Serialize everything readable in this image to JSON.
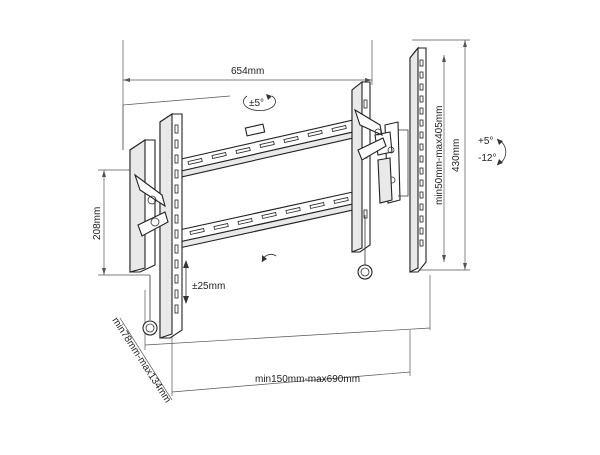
{
  "labels": {
    "width": "654mm",
    "height": "430mm",
    "depth": "208mm",
    "vertical_range": "min50mm-max405mm",
    "horizontal_range": "min150mm-max690mm",
    "depth_range": "min78mm-max134mm",
    "adjust": "±25mm",
    "swivel": "±5°",
    "tilt_up": "+5°",
    "tilt_down": "-12°"
  }
}
